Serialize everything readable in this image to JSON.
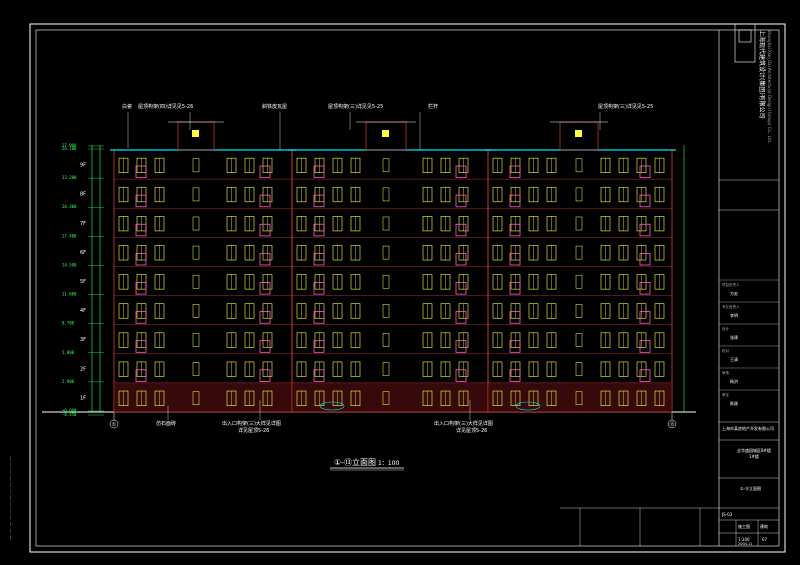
{
  "drawing": {
    "title": "①-⑬立面图",
    "scale": "1：100",
    "axis_left": "①",
    "axis_right": "⑬"
  },
  "floors": [
    "1F",
    "2F",
    "3F",
    "4F",
    "5F",
    "6F",
    "7F",
    "8F",
    "9F"
  ],
  "elevations": [
    "-0.450",
    "±0.000",
    "2.900",
    "5.800",
    "8.700",
    "11.600",
    "14.500",
    "17.400",
    "20.300",
    "23.200",
    "26.100",
    "27.900"
  ],
  "roof_notes": [
    "白瓷",
    "屋顶构架(四)详见见5-26",
    "斜铁皮瓦屋",
    "屋顶构架(三)详见见5-25",
    "栏杆",
    "屋顶构架(三)详见见5-25"
  ],
  "bottom_notes": {
    "left": "仿石面砖",
    "middle_1": "出入口构架(三)大样见详图",
    "middle_2": "详见屋顶5-26",
    "right_1": "出入口构架(三)大样见详图",
    "right_2": "详见屋顶5-26"
  },
  "title_block": {
    "company_cn": "上海现代建筑设计(集团)有限公司",
    "company_en": "Shanghai Xian Dai Architectural Design (Group) Co., Ltd.",
    "client": "上海市某房地产开发有限公司",
    "project": "全华盛园城区8#楼",
    "sub_project": "1#楼",
    "drawing_name": "①-⑬立面图",
    "phase": "施工图",
    "discipline": "建筑",
    "drawing_no": "JS-03",
    "scale_value": "1:100",
    "date": "2004.11",
    "sheet": "07",
    "row_labels": [
      "项目负责人",
      "专业负责人",
      "设计",
      "校对",
      "审核",
      "审定"
    ],
    "row_values": [
      "方宏",
      "李明",
      "张建",
      "王清",
      "杨洪",
      "陈刚"
    ]
  },
  "colors": {
    "frame": "#ffffff",
    "wall": "#d83a3a",
    "window": "#ffff40",
    "balcony": "#ff60c8",
    "dim": "#33ff55",
    "accent": "#00e5ff",
    "text": "#ffffff"
  }
}
